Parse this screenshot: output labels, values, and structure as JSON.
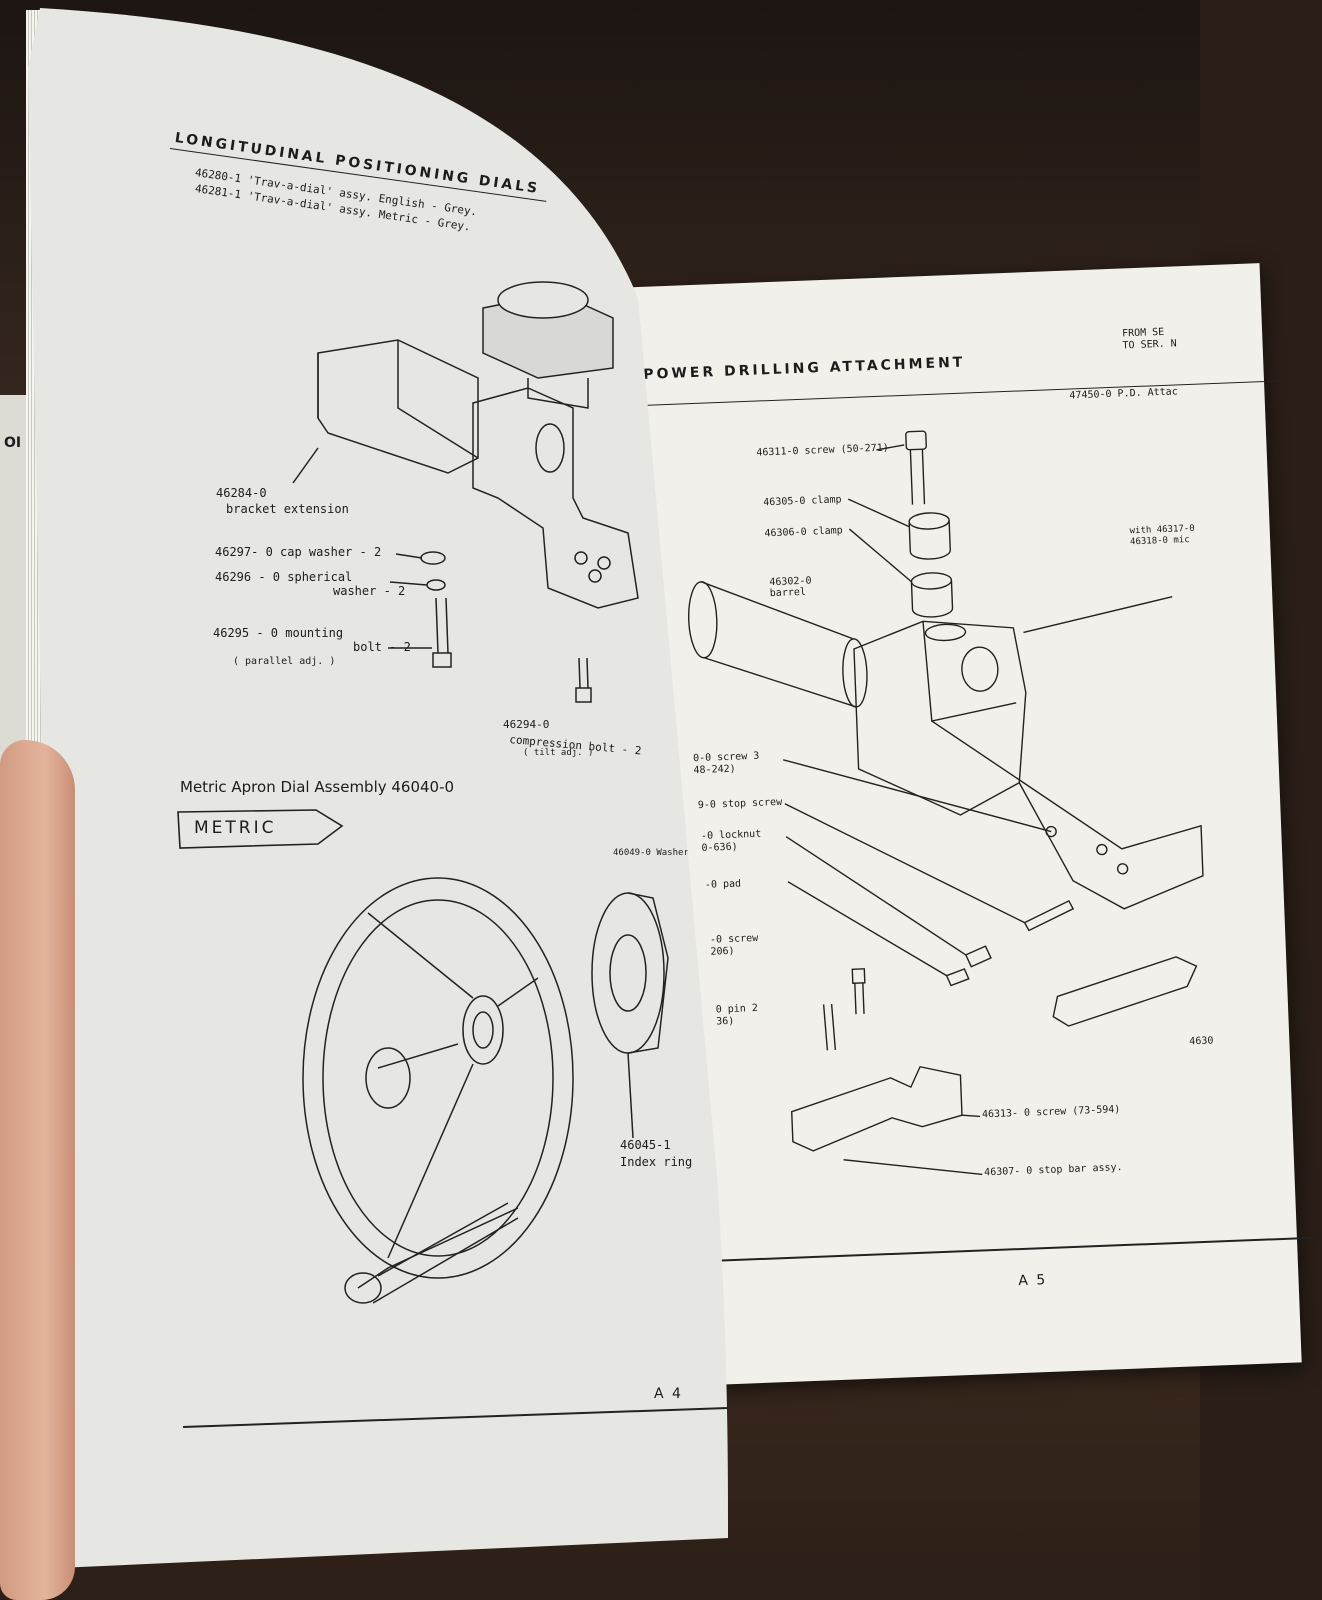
{
  "left_page": {
    "title": "LONGITUDINAL  POSITIONING  DIALS",
    "subtitle_1": "46280-1  'Trav-a-dial'  assy.  English - Grey.",
    "subtitle_2": "46281-1  'Trav-a-dial'  assy.  Metric   - Grey.",
    "labels": {
      "bracket_num": "46284-0",
      "bracket_text": "bracket  extension",
      "cap_washer": "46297- 0  cap  washer - 2",
      "spherical_1": "46296 - 0  spherical",
      "spherical_2": "washer - 2",
      "mounting_1": "46295 - 0  mounting",
      "mounting_2": "bolt - 2",
      "parallel": "( parallel  adj. )",
      "compression_num": "46294-0",
      "compression_text": "compression  bolt - 2",
      "tilt": "( tilt  adj. )",
      "washer_4604": "46049-0 Washer",
      "index_num": "46045-1",
      "index_text": "Index  ring"
    },
    "section_title": "Metric  Apron  Dial  Assembly  46040-0",
    "metric_tag": "METRIC",
    "page_number": "A 4"
  },
  "right_page": {
    "title": "POWER  DRILLING  ATTACHMENT",
    "corner_1": "FROM SE",
    "corner_2": "TO SER. N",
    "labels": {
      "pd_attach": "47450-0  P.D. Attac",
      "screw_top": "46311-0  screw  (50-271)",
      "clamp_1": "46305-0  clamp",
      "clamp_2": "46306-0  clamp",
      "barrel_num": "46302-0",
      "barrel_text": "barrel",
      "with_1": "with 46317-0",
      "with_2": "46318-0 mic",
      "screw3": "0-0 screw 3",
      "screw3b": "48-242)",
      "stop_screw": "9-0 stop screw",
      "locknut": "-0 locknut",
      "locknut_b": "0-636)",
      "pad": "-0 pad",
      "screw_b": "-0 screw",
      "screw_b2": "206)",
      "pin": "0 pin 2",
      "pin_b": "36)",
      "screw_73": "46313- 0  screw  (73-594)",
      "stop_bar": "46307- 0  stop bar assy.",
      "edge_num": "4630"
    },
    "page_number": "A 5"
  }
}
